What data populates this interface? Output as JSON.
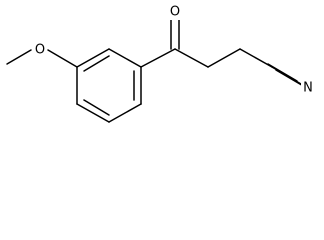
{
  "molecule": {
    "atoms": {
      "methoxy_oxygen": "O",
      "carbonyl_oxygen": "O",
      "nitrile_nitrogen": "N"
    }
  }
}
